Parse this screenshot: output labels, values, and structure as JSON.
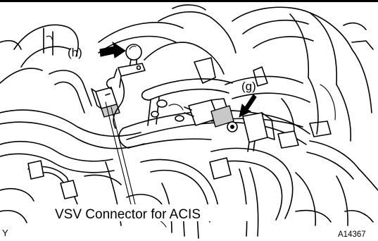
{
  "callouts": {
    "h": "(h)",
    "g": "(g)"
  },
  "caption": "VSV Connector for ACIS",
  "corner_mark": "Y",
  "figure_code": "A14367",
  "colors": {
    "ink": "#000000",
    "paper": "#ffffff",
    "shade": "#c8c8c8"
  }
}
